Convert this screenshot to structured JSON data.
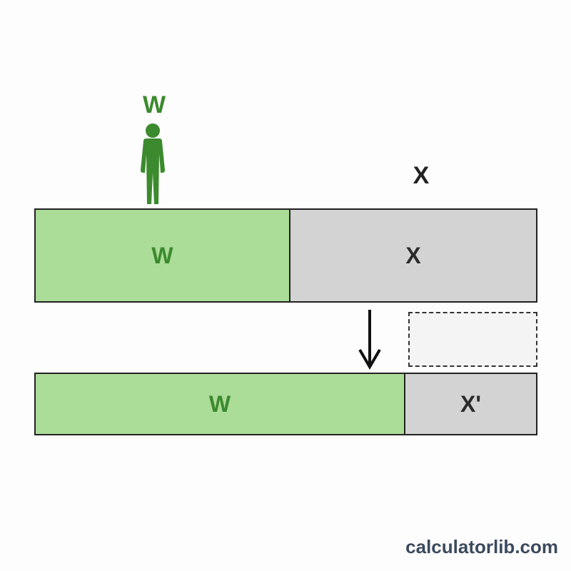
{
  "figure": {
    "person_label": "W",
    "top_x_label": "X",
    "top_bar": {
      "w_label": "W",
      "x_label": "X"
    },
    "bottom_bar": {
      "w_label": "W",
      "x_label": "X'"
    },
    "watermark": "calculatorlib.com"
  },
  "colors": {
    "green_fill": "#abdc98",
    "green_text": "#3c8a2e",
    "gray_fill": "#d3d3d3",
    "border": "#222222"
  },
  "icons": {
    "person": "person-icon",
    "arrow": "arrow-down-icon"
  }
}
